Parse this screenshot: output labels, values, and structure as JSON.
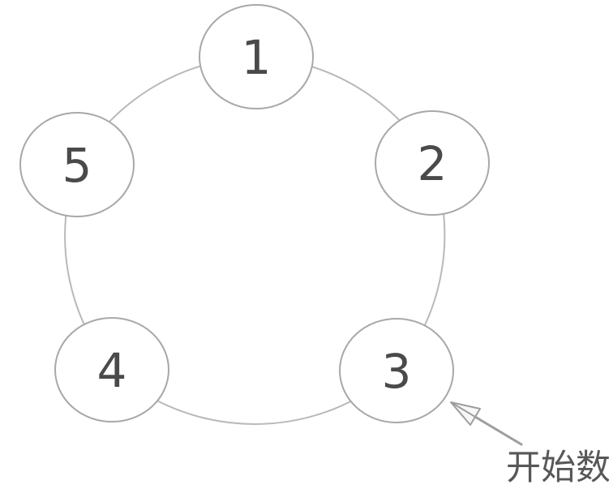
{
  "diagram": {
    "nodes": [
      {
        "id": "node-1",
        "label": "1"
      },
      {
        "id": "node-2",
        "label": "2"
      },
      {
        "id": "node-3",
        "label": "3"
      },
      {
        "id": "node-4",
        "label": "4"
      },
      {
        "id": "node-5",
        "label": "5"
      }
    ],
    "annotation": {
      "label": "开始数",
      "target_node": "3"
    },
    "colors": {
      "background": "#ffffff",
      "ring_stroke": "#b9b9b9",
      "node_stroke": "#a8a8a8",
      "node_fill": "#ffffff",
      "digit_text": "#4a4a4a",
      "arrow": "#9e9e9e",
      "annotation_text": "#575757"
    }
  }
}
